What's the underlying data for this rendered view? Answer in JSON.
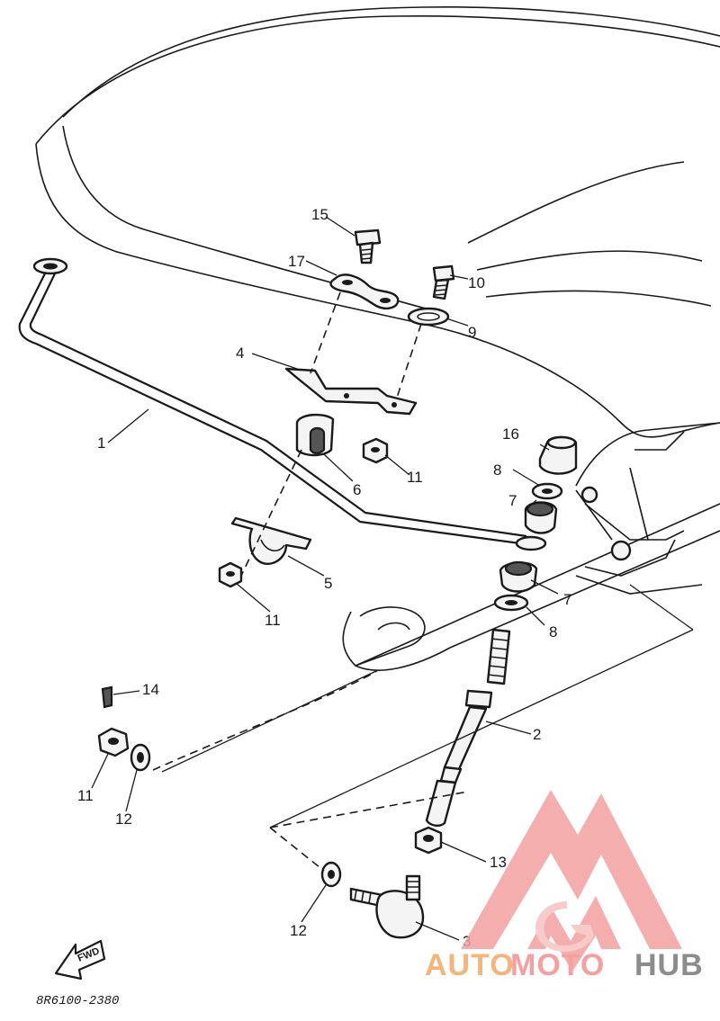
{
  "diagram": {
    "code": "8R6100-2380",
    "front_marker": "FWD"
  },
  "callouts": {
    "c1": "1",
    "c2": "2",
    "c3": "3",
    "c4": "4",
    "c5": "5",
    "c6": "6",
    "c7a": "7",
    "c7b": "7",
    "c8a": "8",
    "c8b": "8",
    "c9": "9",
    "c10": "10",
    "c11a": "11",
    "c11b": "11",
    "c11c": "11",
    "c12a": "12",
    "c12b": "12",
    "c13": "13",
    "c14": "14",
    "c15": "15",
    "c16": "16",
    "c17": "17"
  },
  "watermark": {
    "brand_part1": "AUTO",
    "brand_part2": "MOTO",
    "brand_part3": "HUB",
    "colors": {
      "auto": "#f5b57a",
      "moto": "#f5a0a0",
      "hub": "#8c8c8c",
      "logo": "#f4a0a0"
    }
  }
}
